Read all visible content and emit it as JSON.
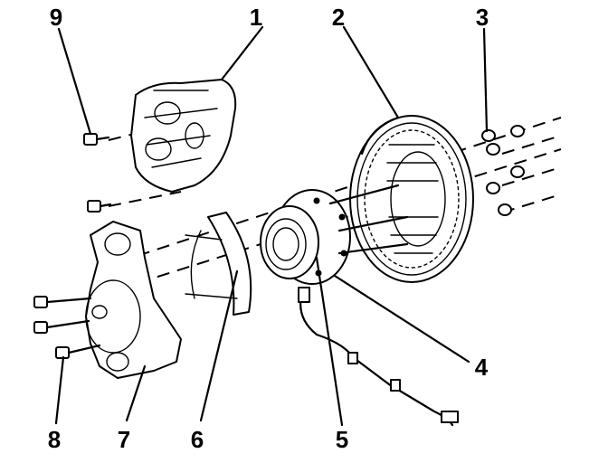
{
  "diagram": {
    "colors": {
      "line": "#000000",
      "background": "#ffffff"
    },
    "callouts": [
      {
        "id": "1",
        "label": "1"
      },
      {
        "id": "2",
        "label": "2"
      },
      {
        "id": "3",
        "label": "3"
      },
      {
        "id": "4",
        "label": "4"
      },
      {
        "id": "5",
        "label": "5"
      },
      {
        "id": "6",
        "label": "6"
      },
      {
        "id": "7",
        "label": "7"
      },
      {
        "id": "8",
        "label": "8"
      },
      {
        "id": "9",
        "label": "9"
      }
    ]
  }
}
